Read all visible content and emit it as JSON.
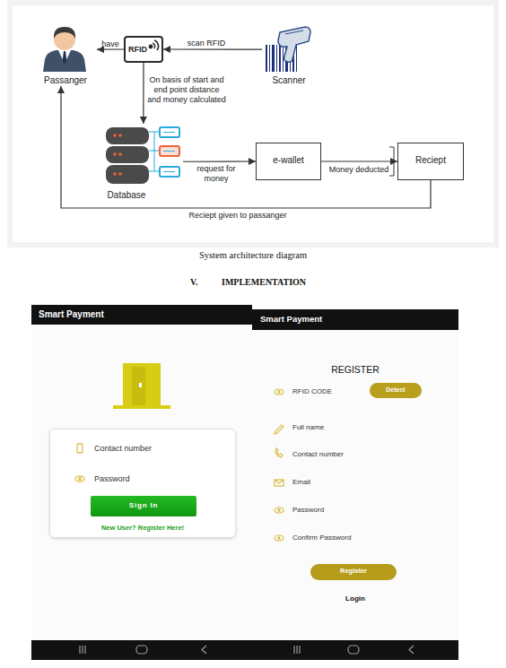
{
  "diagram": {
    "caption": "System architecture diagram",
    "nodes": [
      {
        "text": [
          "Passanger"
        ]
      },
      {
        "text": [
          "RFID"
        ]
      },
      {
        "text": [
          "Scanner"
        ]
      },
      {
        "text": [
          "Database"
        ]
      },
      {
        "text": [
          "e-wallet"
        ]
      },
      {
        "text": [
          "Reciept"
        ]
      },
      {
        "text": [
          "Smart Payment"
        ]
      },
      {
        "text": [
          "Contact number",
          "Password",
          "New User? Register Here!"
        ],
        "in": 6
      },
      {
        "text": [
          "Sign In"
        ],
        "in": 7
      },
      {
        "text": [
          "Smart Payment",
          "REGISTER",
          "RFID CODE",
          "Full name",
          "Contact number",
          "Email",
          "Password",
          "Confirm Password",
          "Login"
        ]
      },
      {
        "text": [
          "Detect"
        ],
        "in": 9
      },
      {
        "text": [
          "Register"
        ],
        "in": 9
      }
    ],
    "edges": [
      {
        "from": 1,
        "to": 0,
        "label": "have",
        "arrow": "to"
      },
      {
        "from": 2,
        "to": 1,
        "label": "scan RFID",
        "arrow": "to"
      },
      {
        "from": 1,
        "to": 3,
        "label": "On basis of start and end point distance and money calculated",
        "arrow": "to"
      },
      {
        "from": 3,
        "to": 4,
        "label": "request for money",
        "arrow": "to"
      },
      {
        "from": 4,
        "to": 5,
        "label": "Money deducted",
        "arrow": "to"
      },
      {
        "from": 5,
        "to": 0,
        "label": "Reciept given to passanger",
        "arrow": "to"
      }
    ],
    "labels": [
      "V.",
      "IMPLEMENTATION"
    ]
  }
}
